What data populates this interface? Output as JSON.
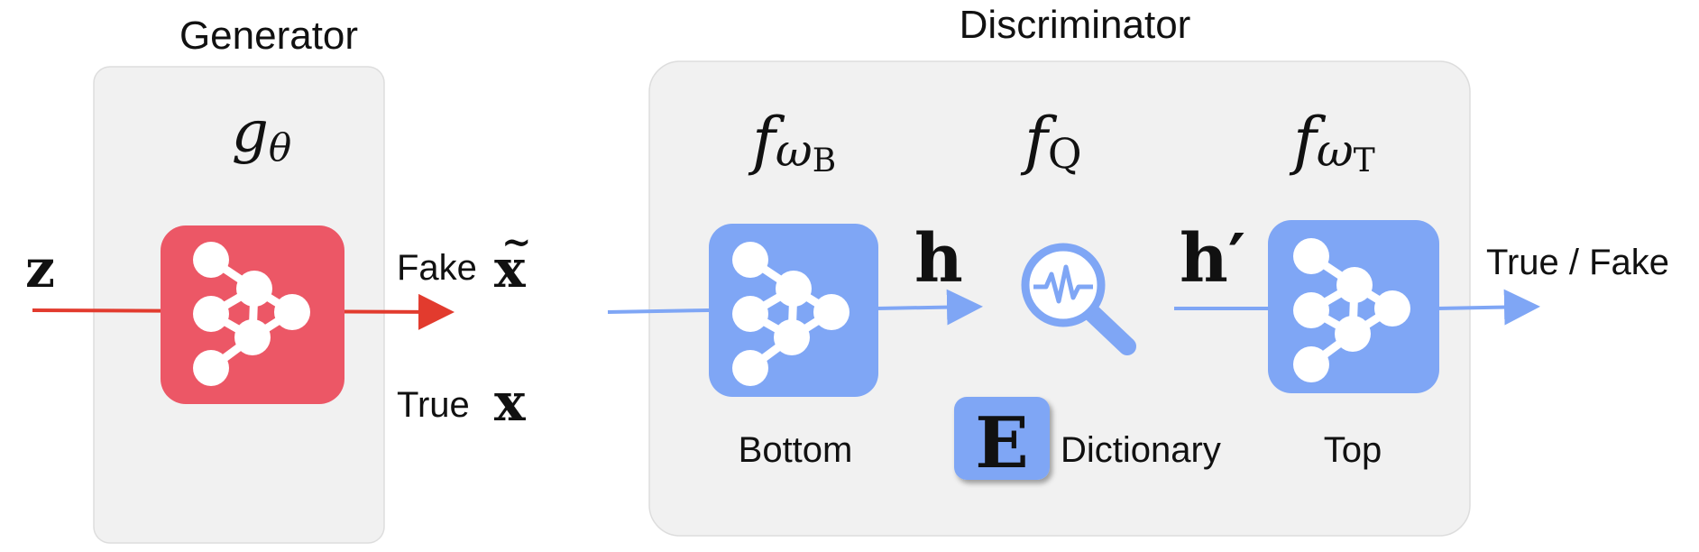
{
  "generator": {
    "title": "Generator",
    "func_symbol": "g",
    "func_subscript": "θ",
    "input_var": "z",
    "fake_label": "Fake",
    "fake_var": "x",
    "fake_tilde": "~",
    "true_label": "True",
    "true_var": "x",
    "box_color": "#EC5766",
    "arrow_color": "#E23B2E"
  },
  "discriminator": {
    "title": "Discriminator",
    "bottom": {
      "symbol": "f",
      "sub": "ω",
      "subsub": "B",
      "label": "Bottom"
    },
    "query": {
      "symbol": "f",
      "sub": "Q"
    },
    "top": {
      "symbol": "f",
      "sub": "ω",
      "subsub": "T",
      "label": "Top"
    },
    "h_var": "h",
    "h_prime_var": "h′",
    "dictionary": {
      "symbol": "E",
      "label": "Dictionary"
    },
    "output_label": "True / Fake",
    "box_color": "#7FA6F5",
    "arrow_color": "#7FA6F5"
  },
  "panel_color": "#F1F1F1"
}
